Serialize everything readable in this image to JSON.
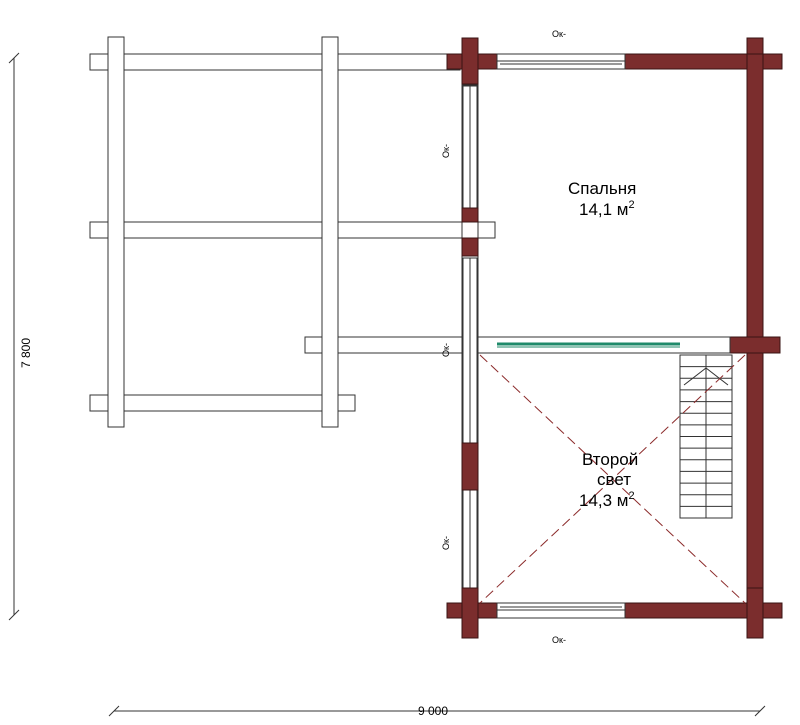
{
  "rooms": {
    "bedroom": {
      "name": "Спальня",
      "area": "14,1 м",
      "sup": "2"
    },
    "second_light": {
      "name_line1": "Второй",
      "name_line2": "свет",
      "area": "14,3 м",
      "sup": "2"
    }
  },
  "windows": {
    "top": "Ок-",
    "left_upper": "Ок-",
    "left_middle": "Ок-",
    "left_lower": "Ок-",
    "bottom": "Ок-"
  },
  "dimensions": {
    "height": "7 800",
    "width": "9 000"
  },
  "colors": {
    "wall": "#7b2d2d",
    "railing": "#1f8a6a",
    "cross": "#8b2a2a"
  }
}
